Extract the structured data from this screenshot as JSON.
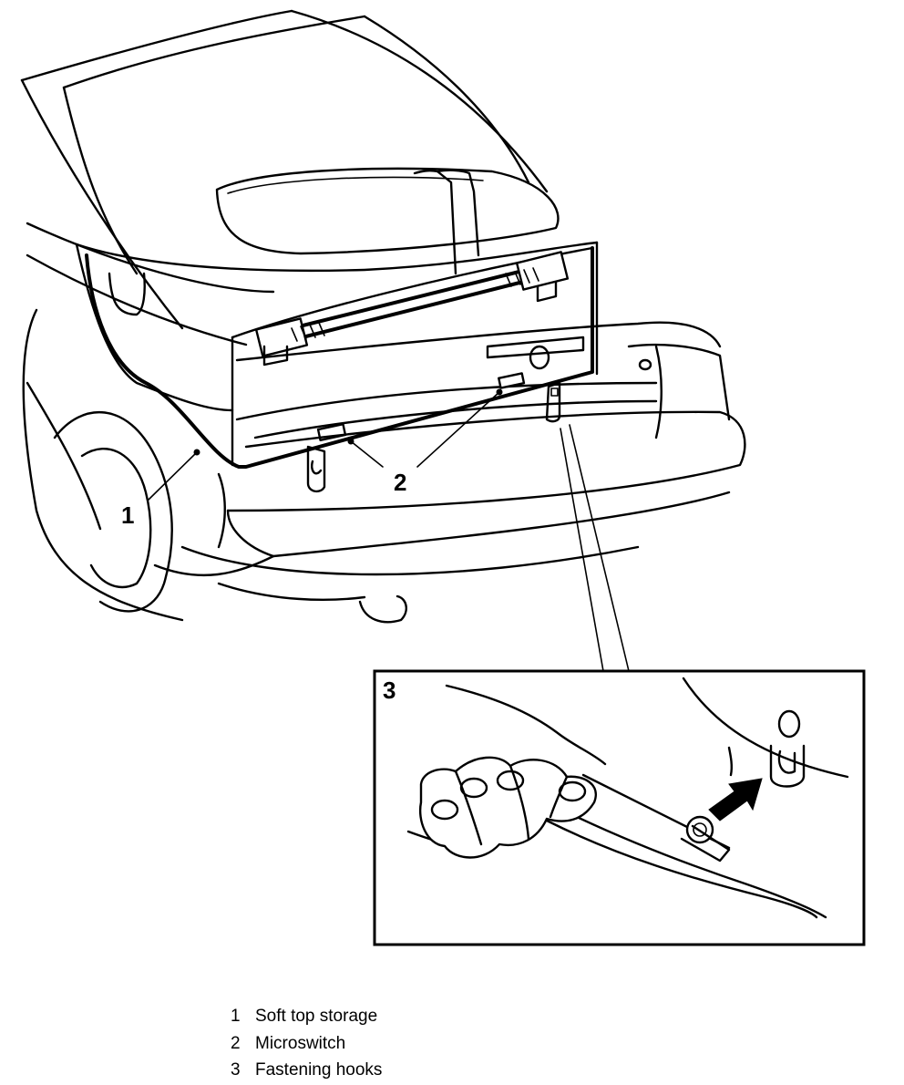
{
  "callouts": {
    "one": "1",
    "two": "2",
    "three": "3"
  },
  "legend": [
    {
      "number": "1",
      "text": "Soft top storage"
    },
    {
      "number": "2",
      "text": "Microswitch"
    },
    {
      "number": "3",
      "text": "Fastening hooks"
    }
  ],
  "icons": [
    "arrow-icon"
  ]
}
